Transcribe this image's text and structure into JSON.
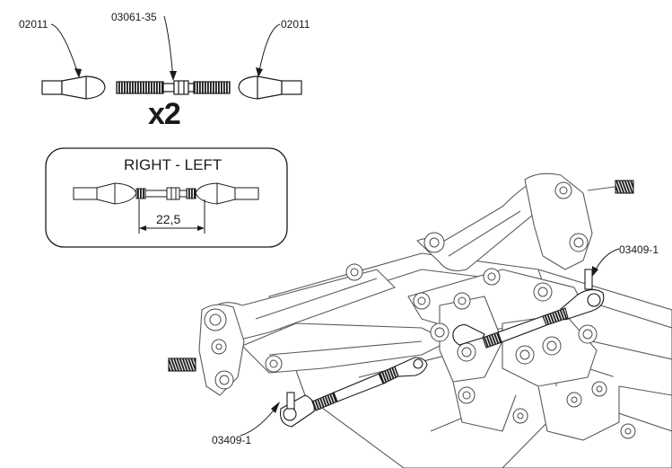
{
  "labels": {
    "rod_end_left": "02011",
    "turnbuckle": "03061-35",
    "rod_end_right": "02011",
    "quantity": "x2",
    "box_title": "RIGHT - LEFT",
    "dimension": "22,5",
    "ball_link_right": "03409-1",
    "ball_link_left": "03409-1"
  },
  "colors": {
    "line": "#1a1a1a",
    "part_fill": "#ffffff",
    "thread": "#2a2a2a",
    "chassis_line": "#6a6a6a"
  }
}
